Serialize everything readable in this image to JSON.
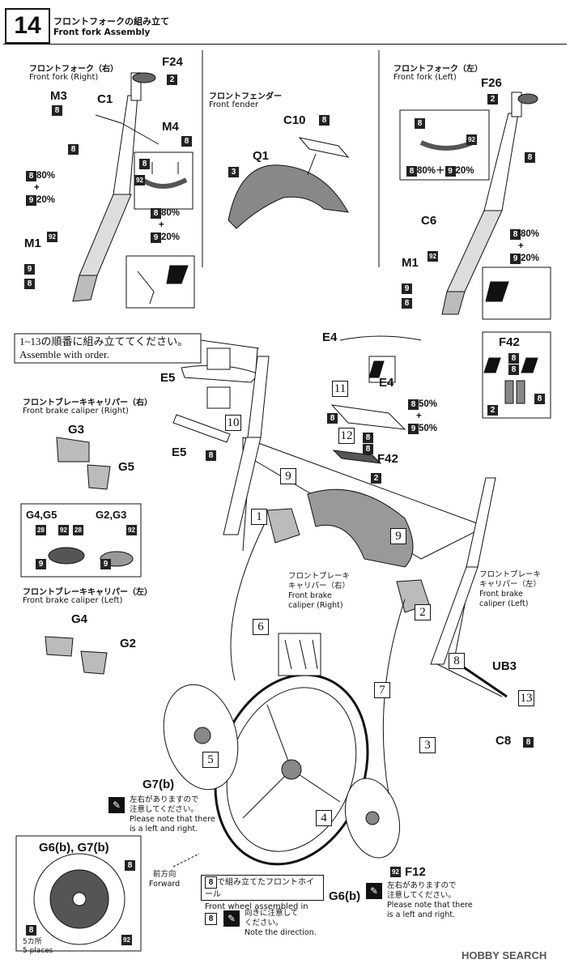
{
  "header": {
    "step": "14",
    "title_ja": "フロントフォークの組み立て",
    "title_en": "Front fork Assembly"
  },
  "fork_right": {
    "title_ja": "フロントフォーク（右）",
    "title_en": "Front fork (Right)",
    "F24": "F24",
    "M3": "M3",
    "C1": "C1",
    "M4": "M4",
    "M1": "M1",
    "c8": "8",
    "c9": "9",
    "c2": "2",
    "c92": "92",
    "mix1a": "80%",
    "mix1b": "+",
    "mix1c": "20%"
  },
  "fender": {
    "title_ja": "フロントフェンダー",
    "title_en": "Front fender",
    "C10": "C10",
    "Q1": "Q1",
    "c8": "8",
    "c3": "3"
  },
  "fork_left": {
    "title_ja": "フロントフォーク（左）",
    "title_en": "Front fork (Left)",
    "F26": "F26",
    "C6": "C6",
    "M1": "M1",
    "c2": "2",
    "c8": "8",
    "c9": "9",
    "c92": "92",
    "mix_inline": "80%＋",
    "mix_inline2": "20%",
    "mixa": "80%",
    "mixb": "+",
    "mixc": "20%"
  },
  "order": {
    "ja": "1~13の順番に組み立ててください。",
    "en": "Assemble with order."
  },
  "parts_mid": {
    "E4": "E4",
    "E4b": "E4",
    "E5": "E5",
    "E5b": "E5",
    "F42": "F42",
    "F42b": "F42",
    "n11": "11",
    "n10": "10",
    "n12": "12",
    "n9": "9",
    "n1": "1",
    "n2": "2",
    "n6": "6",
    "n7": "7",
    "n3": "3",
    "n4": "4",
    "n5": "5",
    "n13": "13",
    "n8": "8",
    "mix50a": "50%",
    "mix50b": "+",
    "mix50c": "50%",
    "c2": "2",
    "c8": "8",
    "c9": "9"
  },
  "caliper_right": {
    "title_ja": "フロントブレーキキャリパー（右）",
    "title_en": "Front brake caliper (Right)",
    "G3": "G3",
    "G5": "G5"
  },
  "caliper_box": {
    "a": "G4,G5",
    "b": "G2,G3",
    "c28": "28",
    "c92": "92",
    "c9": "9"
  },
  "caliper_left": {
    "title_ja": "フロントブレーキキャリパー（左）",
    "title_en": "Front brake caliper (Left)",
    "G4": "G4",
    "G2": "G2"
  },
  "caliper_r_label": {
    "ja1": "フロントブレーキ",
    "ja2": "キャリパー（右）",
    "en1": "Front brake",
    "en2": "caliper (Right)"
  },
  "caliper_l_label": {
    "ja1": "フロントブレーキ",
    "ja2": "キャリパー（左）",
    "en1": "Front brake",
    "en2": "caliper (Left)"
  },
  "ub": {
    "UB3": "UB3",
    "C8": "C8"
  },
  "disc": {
    "G7b": "G7(b)",
    "G6b": "G6(b)",
    "F12": "F12",
    "c92": "92"
  },
  "notes": {
    "lr_ja1": "左右がありますので",
    "lr_ja2": "注意してください。",
    "lr_en1": "Please note that there",
    "lr_en2": "is a left and right.",
    "dir_ja1": "向きに注意して",
    "dir_ja2": "ください。",
    "dir_en": "Note the direction."
  },
  "wheel": {
    "forward_ja": "前方向",
    "forward_en": "Forward",
    "ja": "で組み立てたフロントホイール",
    "en": "Front wheel assembled in",
    "n8": "8"
  },
  "disc_detail": {
    "title": "G6(b), G7(b)",
    "c8": "8",
    "c92": "92",
    "places_ja": "5カ所",
    "places_en": "5 places"
  },
  "watermark": {
    "text": "HOBBY SEARCH"
  }
}
